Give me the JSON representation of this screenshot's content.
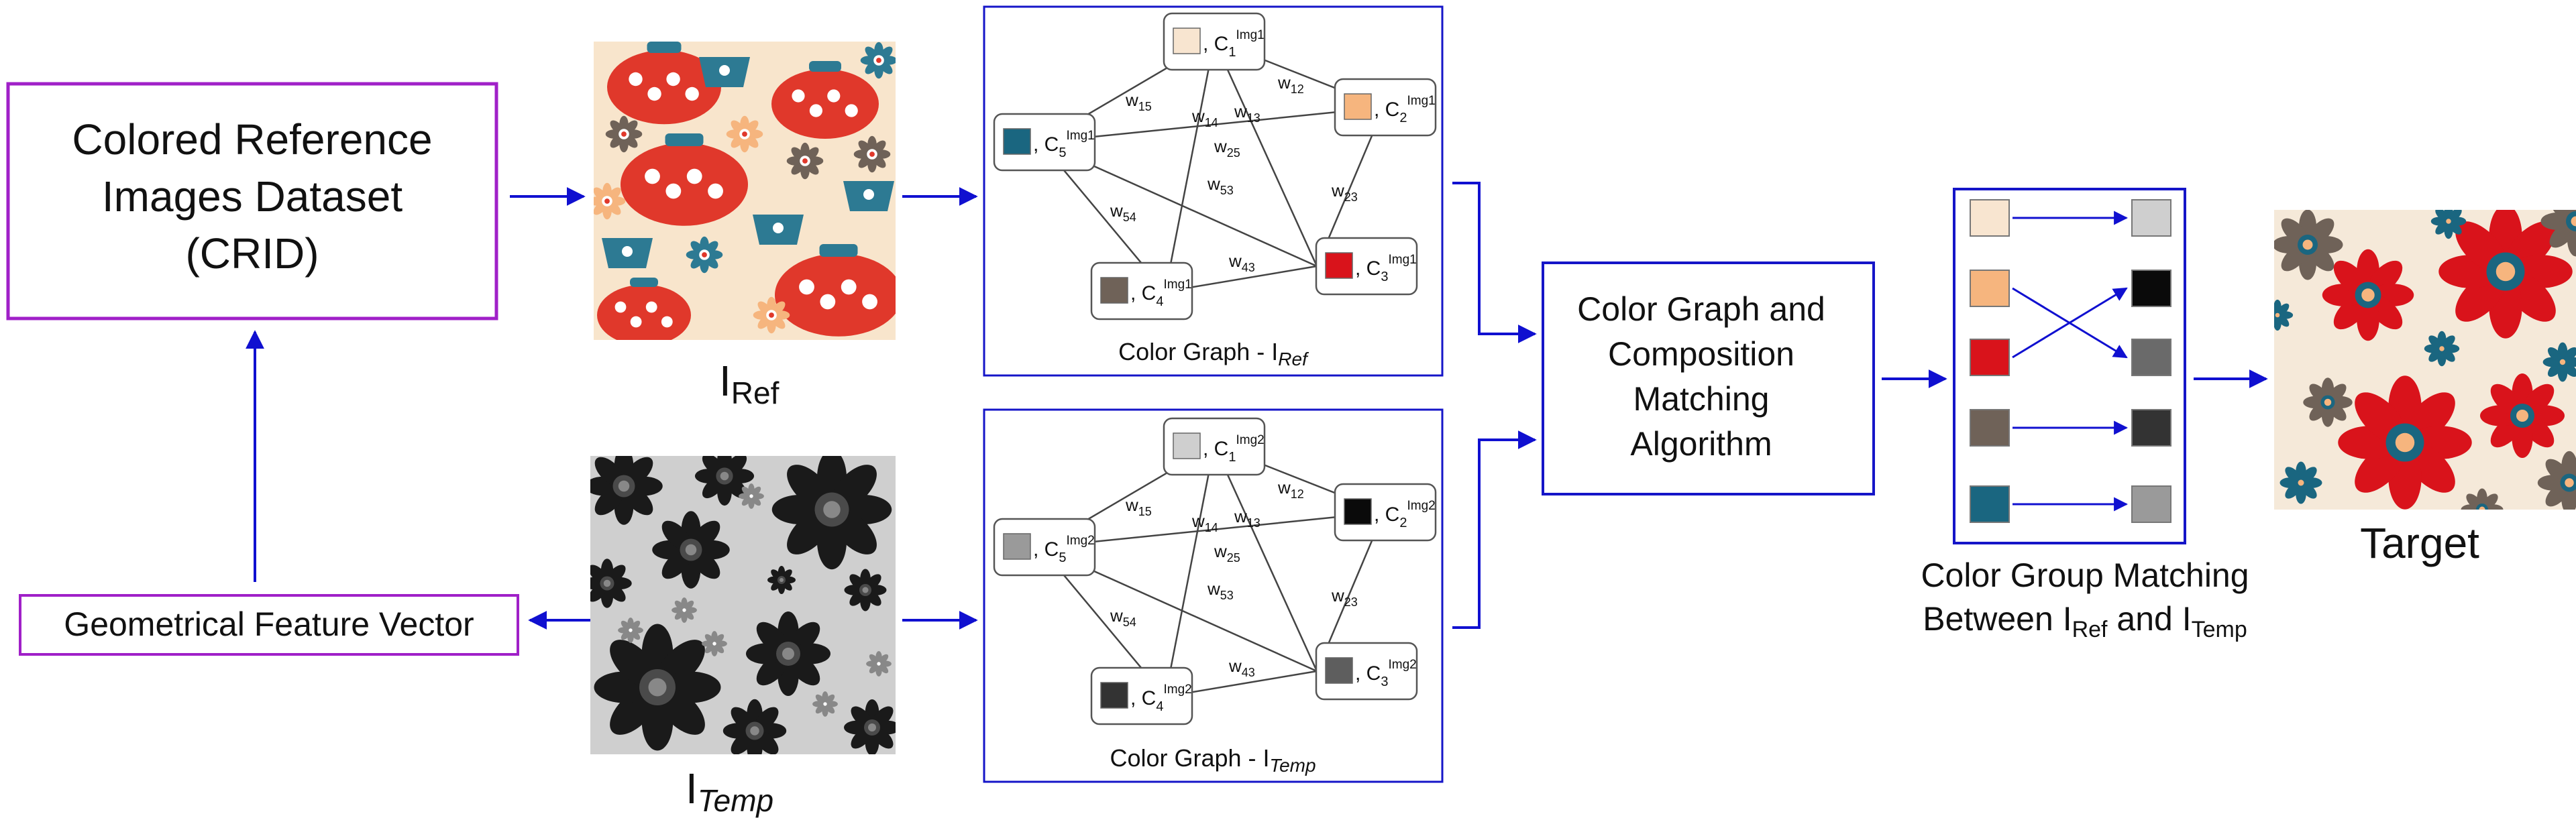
{
  "crid_box": {
    "lines": [
      "Colored Reference",
      "Images Dataset",
      "(CRID)"
    ],
    "border_color": "#a020c8"
  },
  "feature_box": {
    "label": "Geometrical Feature Vector",
    "border_color": "#a020c8"
  },
  "ref_image": {
    "label_main": "I",
    "label_sub": "Ref",
    "palette": [
      "#f8e5cc",
      "#e0382b",
      "#2d7a93",
      "#6f6258",
      "#f6b57e"
    ]
  },
  "temp_image": {
    "label_main": "I",
    "label_sub": "Temp",
    "palette": [
      "#cfcfcf",
      "#1a1a1a",
      "#4a4a4a",
      "#888888",
      "#ffffff"
    ]
  },
  "graph_ref": {
    "caption_main": "Color Graph - I",
    "caption_sub": "Ref",
    "image_tag": "Img1",
    "nodes": [
      {
        "letter": "C",
        "index": "1",
        "color": "#f8e5d0"
      },
      {
        "letter": "C",
        "index": "2",
        "color": "#f6b57e"
      },
      {
        "letter": "C",
        "index": "3",
        "color": "#d9131b"
      },
      {
        "letter": "C",
        "index": "4",
        "color": "#6f6258"
      },
      {
        "letter": "C",
        "index": "5",
        "color": "#1a6680"
      }
    ],
    "edges": [
      {
        "w": "w",
        "sub": "12"
      },
      {
        "w": "w",
        "sub": "13"
      },
      {
        "w": "w",
        "sub": "14"
      },
      {
        "w": "w",
        "sub": "15"
      },
      {
        "w": "w",
        "sub": "23"
      },
      {
        "w": "w",
        "sub": "25"
      },
      {
        "w": "w",
        "sub": "43"
      },
      {
        "w": "w",
        "sub": "53"
      },
      {
        "w": "w",
        "sub": "54"
      }
    ]
  },
  "graph_temp": {
    "caption_main": "Color Graph - I",
    "caption_sub": "Temp",
    "image_tag": "Img2",
    "nodes": [
      {
        "letter": "C",
        "index": "1",
        "color": "#cfcfcf"
      },
      {
        "letter": "C",
        "index": "2",
        "color": "#0a0a0a"
      },
      {
        "letter": "C",
        "index": "3",
        "color": "#5e5e5e"
      },
      {
        "letter": "C",
        "index": "4",
        "color": "#333333"
      },
      {
        "letter": "C",
        "index": "5",
        "color": "#9a9a9a"
      }
    ],
    "edges": [
      {
        "w": "w",
        "sub": "12"
      },
      {
        "w": "w",
        "sub": "13"
      },
      {
        "w": "w",
        "sub": "14"
      },
      {
        "w": "w",
        "sub": "15"
      },
      {
        "w": "w",
        "sub": "23"
      },
      {
        "w": "w",
        "sub": "25"
      },
      {
        "w": "w",
        "sub": "43"
      },
      {
        "w": "w",
        "sub": "53"
      },
      {
        "w": "w",
        "sub": "54"
      }
    ]
  },
  "algorithm_box": {
    "lines": [
      "Color Graph and",
      "Composition",
      "Matching",
      "Algorithm"
    ]
  },
  "matching": {
    "left": [
      "#f8e5d0",
      "#f6b57e",
      "#d9131b",
      "#6f6258",
      "#1a6680"
    ],
    "right": [
      "#cfcfcf",
      "#0a0a0a",
      "#6a6a6a",
      "#333333",
      "#9a9a9a"
    ],
    "caption_line1": "Color Group Matching",
    "caption_line2_a": "Between I",
    "caption_line2_sub_a": "Ref",
    "caption_line2_b": " and I",
    "caption_line2_sub_b": "Temp"
  },
  "target": {
    "label": "Target",
    "palette": [
      "#f5e9d9",
      "#d9131b",
      "#1a6680",
      "#6f6258",
      "#f6b57e"
    ]
  },
  "colors": {
    "arrow": "#1010d0",
    "box_border": "#1515c8",
    "graph_line": "#444444"
  }
}
